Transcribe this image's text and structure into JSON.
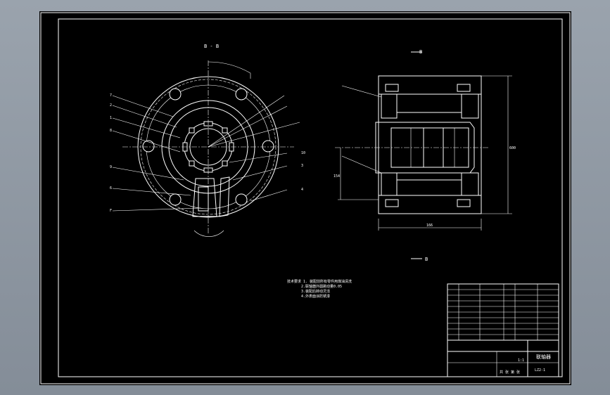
{
  "drawing": {
    "section_label": "B - B",
    "side_label": "B",
    "notes": [
      "技术要求 1. 装配前所有零件用煤油清洗",
      "2.联轴器外圆跳动量0.05",
      "3.装配后转动灵活",
      "4.外表面涂防锈漆"
    ],
    "dim_overall": "600",
    "dim_width": "166",
    "dim_bore": "154"
  },
  "title_block": {
    "name": "联轴器",
    "code": "LZ2-1",
    "scale": "1:1",
    "sheet": "共 张 第 张"
  },
  "leaders_left": [
    "7",
    "2",
    "1",
    "8",
    "9",
    "6",
    "F"
  ],
  "leaders_right": [
    "10",
    "3",
    "4"
  ]
}
